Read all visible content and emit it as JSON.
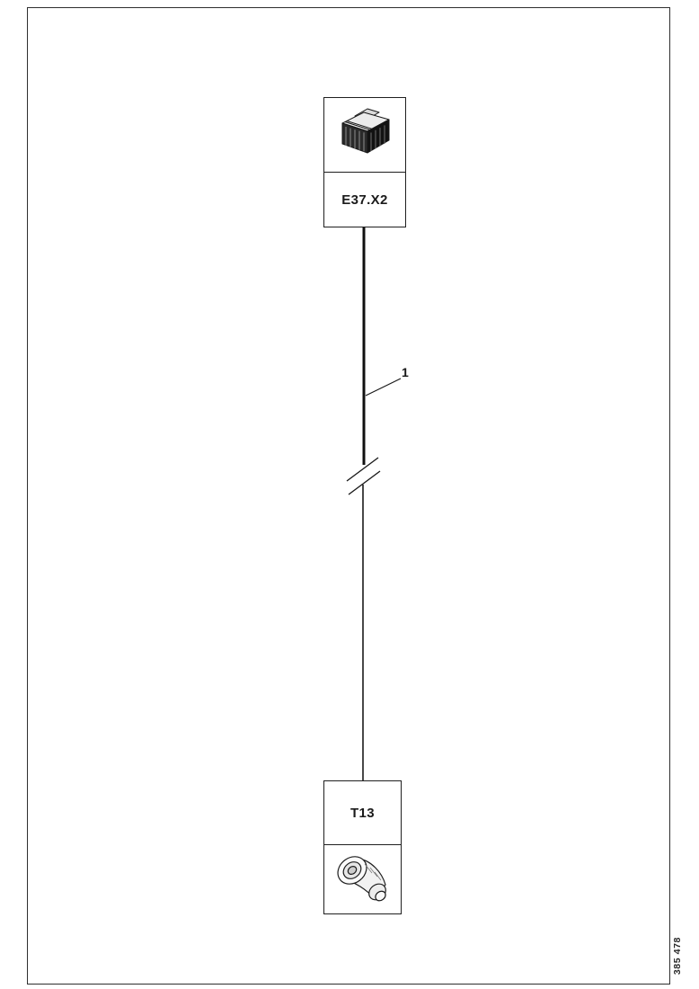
{
  "page": {
    "figure_number": "385 478"
  },
  "diagram": {
    "top_connector": {
      "label": "E37.X2",
      "icon": "multipin-connector-icon"
    },
    "wire": {
      "callout": "1"
    },
    "bottom_connector": {
      "label": "T13",
      "icon": "round-terminal-icon"
    }
  }
}
